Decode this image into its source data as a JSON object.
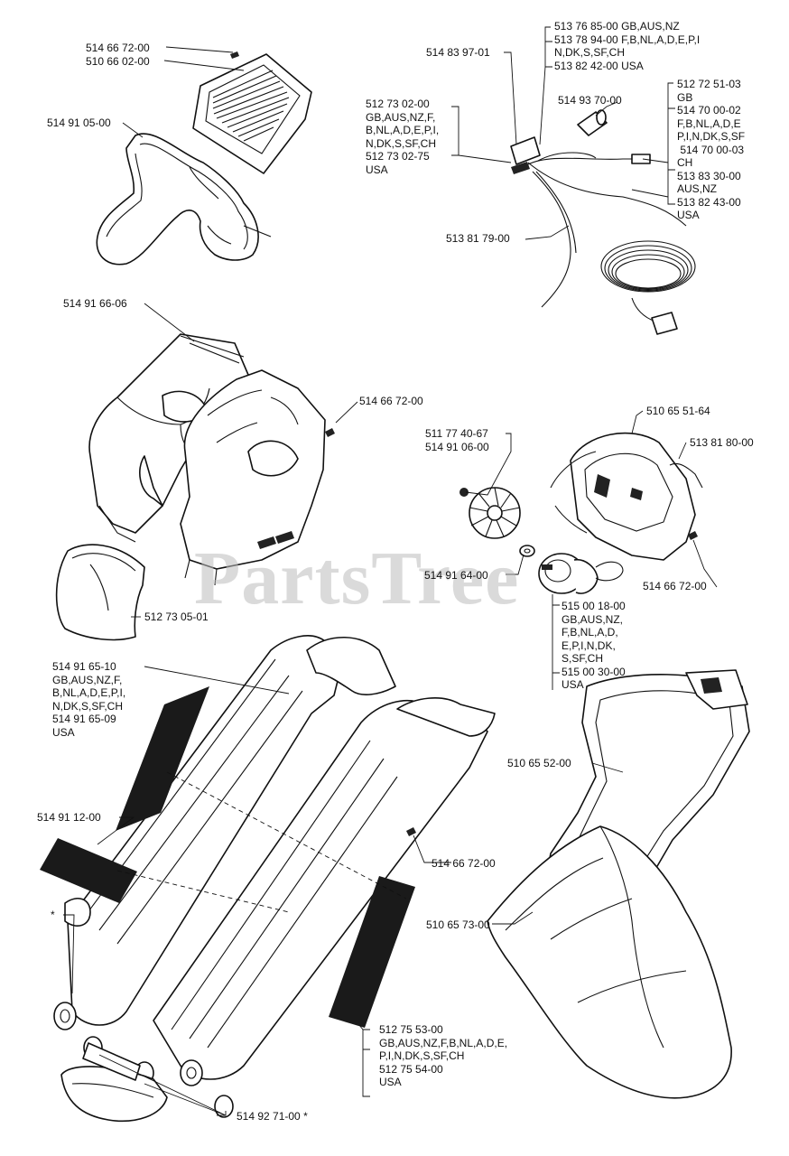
{
  "watermark": "PartsTree",
  "labels": {
    "grille_screw": "514 66 72-00",
    "grille": "510 66 02-00",
    "handle": "514 91 05-00",
    "plug_switch": "514 83 97-01",
    "cord_region": "513 76 85-00 GB,AUS,NZ\n513 78 94-00 F,B,NL,A,D,E,P,I\nN,DK,S,SF,CH\n513 82 42-00 USA",
    "strain_relief": "514 93 70-00",
    "switch_cord": "512 73 02-00\nGB,AUS,NZ,F,\nB,NL,A,D,E,P,I,\nN,DK,S,SF,CH\n512 73 02-75\nUSA",
    "power_cord": "512 72 51-03\nGB\n514 70 00-02\nF,B,NL,A,D,E\nP,I,N,DK,S,SF\n 514 70 00-03\nCH\n513 83 30-00\nAUS,NZ\n513 82 43-00\nUSA",
    "cable": "513 81 79-00",
    "housing_left": "514 91 66-06",
    "housing_screw": "514 66 72-00",
    "impeller_nut": "511 77 40-67",
    "impeller": "514 91 06-00",
    "motor_cover": "510 65 51-64",
    "motor_wire": "513 81 80-00",
    "washer": "514 91 64-00",
    "motor_screw": "514 66 72-00",
    "motor": "515 00 18-00\nGB,AUS,NZ,\nF,B,NL,A,D,\nE,P,I,N,DK,\nS,SF,CH\n515 00 30-00\nUSA",
    "nozzle_cap": "512 73 05-01",
    "tube": "514 91 65-10\nGB,AUS,NZ,F,\nB,NL,A,D,E,P,I,\nN,DK,S,SF,CH\n514 91 65-09\nUSA",
    "bag_frame": "510 65 52-00",
    "tape_left": "514 91 12-00",
    "tube_screw": "514 66 72-00",
    "bag": "510 65 73-00",
    "asterisk": "*",
    "tape_right": "512 75 53-00\nGB,AUS,NZ,F,B,NL,A,D,E,\nP,I,N,DK,S,SF,CH\n512 75 54-00\nUSA",
    "wheels": "514 92 71-00 *"
  }
}
